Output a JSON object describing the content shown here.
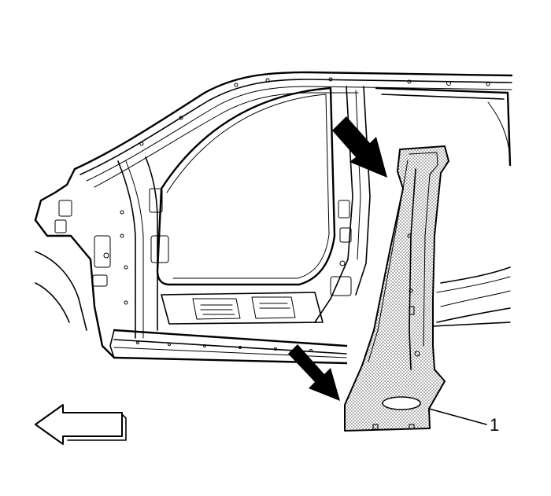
{
  "diagram": {
    "callouts": [
      {
        "label": "1",
        "part": "b-pillar-inner-panel"
      }
    ],
    "icons": {
      "direction_arrow": "front-direction-arrow",
      "removal_arrows": "removal-direction-arrow"
    },
    "colors": {
      "line": "#000000",
      "background": "#ffffff",
      "panel_fill": "#d9d9d9"
    }
  }
}
